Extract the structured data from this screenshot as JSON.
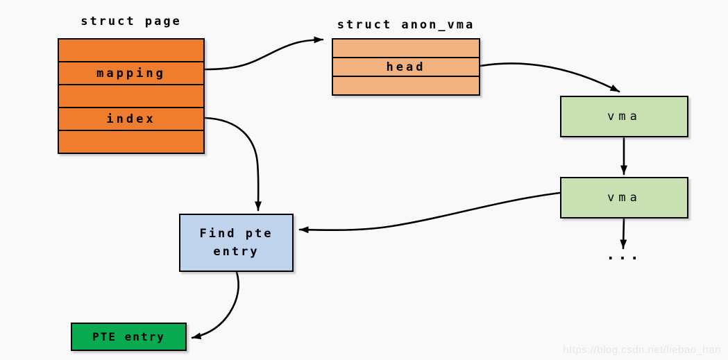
{
  "diagram": {
    "struct_page": {
      "title": "struct page",
      "rows": [
        "",
        "mapping",
        "",
        "index",
        ""
      ],
      "fill": "#ee7e2e"
    },
    "struct_anon_vma": {
      "title": "struct anon_vma",
      "rows": [
        "",
        "head",
        ""
      ],
      "fill": "#f2b27f"
    },
    "vma1": {
      "label": "vma",
      "fill": "#c9e0b2"
    },
    "vma2": {
      "label": "vma",
      "fill": "#c9e0b2"
    },
    "ellipsis": "...",
    "find_pte": {
      "line1": "Find pte",
      "line2": "entry",
      "fill": "#bfd3ec"
    },
    "pte_entry": {
      "label": "PTE entry",
      "fill": "#0aab50"
    },
    "connections": [
      "struct page.mapping -> struct anon_vma",
      "struct anon_vma.head -> vma (first)",
      "vma (first) -> vma (second)",
      "vma (second) -> ...",
      "struct page.index -> Find pte entry",
      "vma (second) -> Find pte entry",
      "Find pte entry -> PTE entry"
    ],
    "colors": {
      "background": "#f9f9fa",
      "stroke": "#000000",
      "struct_page_fill": "#ee7e2e",
      "anon_vma_fill": "#f2b27f",
      "vma_fill": "#c9e0b2",
      "find_pte_fill": "#bfd3ec",
      "pte_entry_fill": "#0aab50"
    }
  },
  "watermark": "https://blog.csdn.net/liebao_han"
}
